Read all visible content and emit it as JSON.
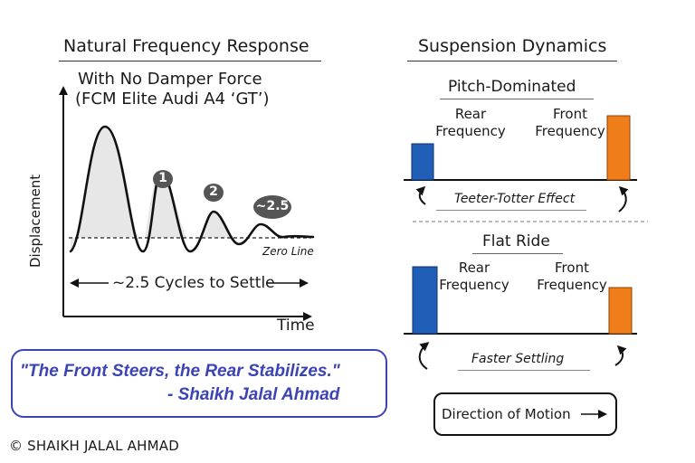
{
  "left_panel": {
    "title": "Natural Frequency Response",
    "subtitle_line1": "With No Damper Force",
    "subtitle_line2": "(FCM Elite Audi A4 ‘GT’)",
    "y_axis_label": "Displacement",
    "x_axis_label": "Time",
    "zero_line_label": "Zero Line",
    "cycles_label": "~2.5 Cycles to Settle",
    "markers": [
      "1",
      "2",
      "~2.5"
    ]
  },
  "right_panel": {
    "title": "Suspension Dynamics",
    "pitch": {
      "title": "Pitch-Dominated",
      "rear_label_line1": "Rear",
      "rear_label_line2": "Frequency",
      "front_label_line1": "Front",
      "front_label_line2": "Frequency",
      "effect_label": "Teeter-Totter Effect"
    },
    "flat": {
      "title": "Flat Ride",
      "rear_label_line1": "Rear",
      "rear_label_line2": "Frequency",
      "front_label_line1": "Front",
      "front_label_line2": "Frequency",
      "effect_label": "Faster Settling"
    },
    "direction_label": "Direction of Motion"
  },
  "quote": {
    "line1": "\"The Front Steers, the Rear Stabilizes.\"",
    "line2": "- Shaikh Jalal Ahmad"
  },
  "copyright": "© SHAIKH JALAL AHMAD",
  "colors": {
    "rear_bar": "#1f5fb8",
    "front_bar": "#ef7d1a",
    "quote_text": "#3b44b4",
    "quote_border": "#3a46b8",
    "marker_fill": "#555555"
  }
}
